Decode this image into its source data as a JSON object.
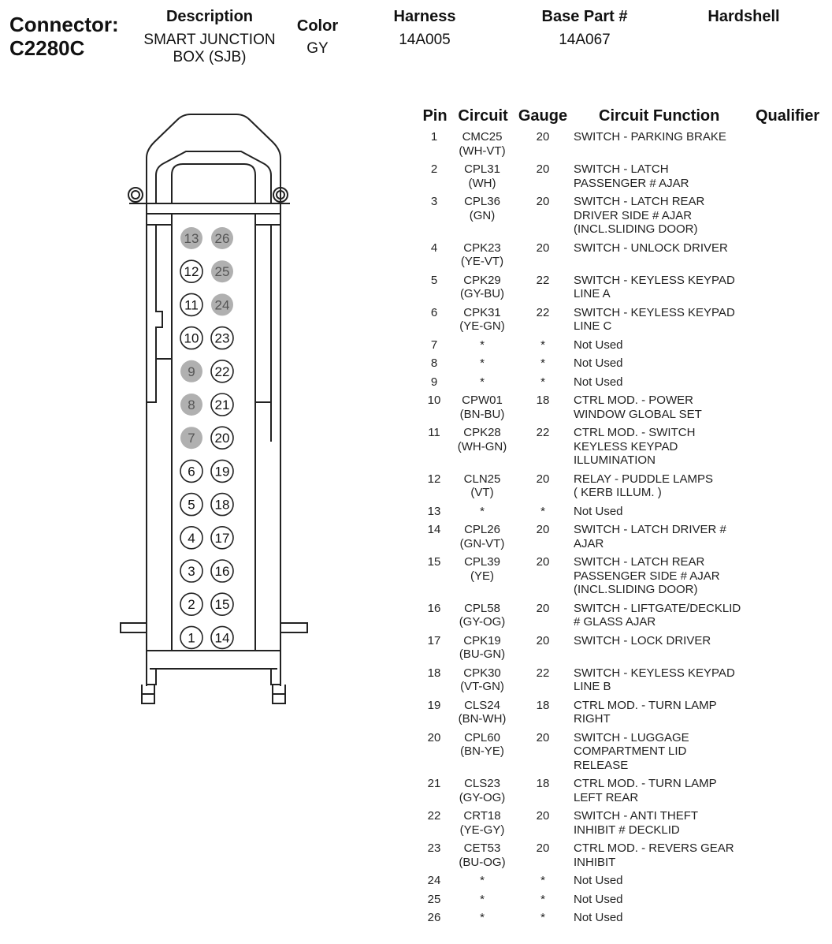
{
  "header": {
    "connector_label": "Connector:",
    "connector_id": "C2280C",
    "description_label": "Description",
    "description_value": [
      "SMART JUNCTION",
      "BOX (SJB)"
    ],
    "color_label": "Color",
    "color_value": "GY",
    "harness_label": "Harness",
    "harness_value": "14A005",
    "base_part_label": "Base Part #",
    "base_part_value": "14A067",
    "hardshell_label": "Hardshell"
  },
  "table_headers": {
    "pin": "Pin",
    "circuit": "Circuit",
    "gauge": "Gauge",
    "function": "Circuit Function",
    "qualifier": "Qualifier"
  },
  "connector_pins": {
    "left_column": [
      13,
      12,
      11,
      10,
      9,
      8,
      7,
      6,
      5,
      4,
      3,
      2,
      1
    ],
    "right_column": [
      26,
      25,
      24,
      23,
      22,
      21,
      20,
      19,
      18,
      17,
      16,
      15,
      14
    ],
    "unused_pins": [
      7,
      8,
      9,
      13,
      24,
      25,
      26
    ],
    "unused_fill": "#b0b0b0"
  },
  "rows": [
    {
      "pin": "1",
      "circuit": [
        "CMC25",
        "(WH-VT)"
      ],
      "gauge": "20",
      "function": [
        "SWITCH - PARKING BRAKE"
      ]
    },
    {
      "pin": "2",
      "circuit": [
        "CPL31",
        "(WH)"
      ],
      "gauge": "20",
      "function": [
        "SWITCH - LATCH",
        "PASSENGER # AJAR"
      ]
    },
    {
      "pin": "3",
      "circuit": [
        "CPL36",
        "(GN)"
      ],
      "gauge": "20",
      "function": [
        "SWITCH - LATCH REAR",
        "DRIVER SIDE # AJAR",
        "(INCL.SLIDING DOOR)"
      ]
    },
    {
      "pin": "4",
      "circuit": [
        "CPK23",
        "(YE-VT)"
      ],
      "gauge": "20",
      "function": [
        "SWITCH - UNLOCK DRIVER"
      ]
    },
    {
      "pin": "5",
      "circuit": [
        "CPK29",
        "(GY-BU)"
      ],
      "gauge": "22",
      "function": [
        "SWITCH - KEYLESS KEYPAD",
        "LINE A"
      ]
    },
    {
      "pin": "6",
      "circuit": [
        "CPK31",
        "(YE-GN)"
      ],
      "gauge": "22",
      "function": [
        "SWITCH - KEYLESS KEYPAD",
        "LINE C"
      ]
    },
    {
      "pin": "7",
      "circuit": [
        "*"
      ],
      "gauge": "*",
      "function": [
        "Not Used"
      ]
    },
    {
      "pin": "8",
      "circuit": [
        "*"
      ],
      "gauge": "*",
      "function": [
        "Not Used"
      ]
    },
    {
      "pin": "9",
      "circuit": [
        "*"
      ],
      "gauge": "*",
      "function": [
        "Not Used"
      ]
    },
    {
      "pin": "10",
      "circuit": [
        "CPW01",
        "(BN-BU)"
      ],
      "gauge": "18",
      "function": [
        "CTRL MOD. - POWER",
        "WINDOW GLOBAL SET"
      ]
    },
    {
      "pin": "11",
      "circuit": [
        "CPK28",
        "(WH-GN)"
      ],
      "gauge": "22",
      "function": [
        "CTRL MOD. - SWITCH",
        "KEYLESS KEYPAD",
        "ILLUMINATION"
      ]
    },
    {
      "pin": "12",
      "circuit": [
        "CLN25",
        "(VT)"
      ],
      "gauge": "20",
      "function": [
        "RELAY - PUDDLE LAMPS",
        "( KERB ILLUM. )"
      ]
    },
    {
      "pin": "13",
      "circuit": [
        "*"
      ],
      "gauge": "*",
      "function": [
        "Not Used"
      ]
    },
    {
      "pin": "14",
      "circuit": [
        "CPL26",
        "(GN-VT)"
      ],
      "gauge": "20",
      "function": [
        "SWITCH - LATCH DRIVER #",
        "AJAR"
      ]
    },
    {
      "pin": "15",
      "circuit": [
        "CPL39",
        "(YE)"
      ],
      "gauge": "20",
      "function": [
        "SWITCH - LATCH REAR",
        "PASSENGER SIDE # AJAR",
        "(INCL.SLIDING DOOR)"
      ]
    },
    {
      "pin": "16",
      "circuit": [
        "CPL58",
        "(GY-OG)"
      ],
      "gauge": "20",
      "function": [
        "SWITCH - LIFTGATE/DECKLID",
        "# GLASS AJAR"
      ]
    },
    {
      "pin": "17",
      "circuit": [
        "CPK19",
        "(BU-GN)"
      ],
      "gauge": "20",
      "function": [
        "SWITCH - LOCK DRIVER"
      ]
    },
    {
      "pin": "18",
      "circuit": [
        "CPK30",
        "(VT-GN)"
      ],
      "gauge": "22",
      "function": [
        "SWITCH - KEYLESS KEYPAD",
        "LINE B"
      ]
    },
    {
      "pin": "19",
      "circuit": [
        "CLS24",
        "(BN-WH)"
      ],
      "gauge": "18",
      "function": [
        "CTRL MOD. - TURN LAMP",
        "RIGHT"
      ]
    },
    {
      "pin": "20",
      "circuit": [
        "CPL60",
        "(BN-YE)"
      ],
      "gauge": "20",
      "function": [
        "SWITCH - LUGGAGE",
        "COMPARTMENT LID",
        "RELEASE"
      ]
    },
    {
      "pin": "21",
      "circuit": [
        "CLS23",
        "(GY-OG)"
      ],
      "gauge": "18",
      "function": [
        "CTRL MOD. - TURN LAMP",
        "LEFT REAR"
      ]
    },
    {
      "pin": "22",
      "circuit": [
        "CRT18",
        "(YE-GY)"
      ],
      "gauge": "20",
      "function": [
        "SWITCH - ANTI THEFT",
        "INHIBIT # DECKLID"
      ]
    },
    {
      "pin": "23",
      "circuit": [
        "CET53",
        "(BU-OG)"
      ],
      "gauge": "20",
      "function": [
        "CTRL MOD. - REVERS GEAR",
        "INHIBIT"
      ]
    },
    {
      "pin": "24",
      "circuit": [
        "*"
      ],
      "gauge": "*",
      "function": [
        "Not Used"
      ]
    },
    {
      "pin": "25",
      "circuit": [
        "*"
      ],
      "gauge": "*",
      "function": [
        "Not Used"
      ]
    },
    {
      "pin": "26",
      "circuit": [
        "*"
      ],
      "gauge": "*",
      "function": [
        "Not Used"
      ]
    }
  ]
}
